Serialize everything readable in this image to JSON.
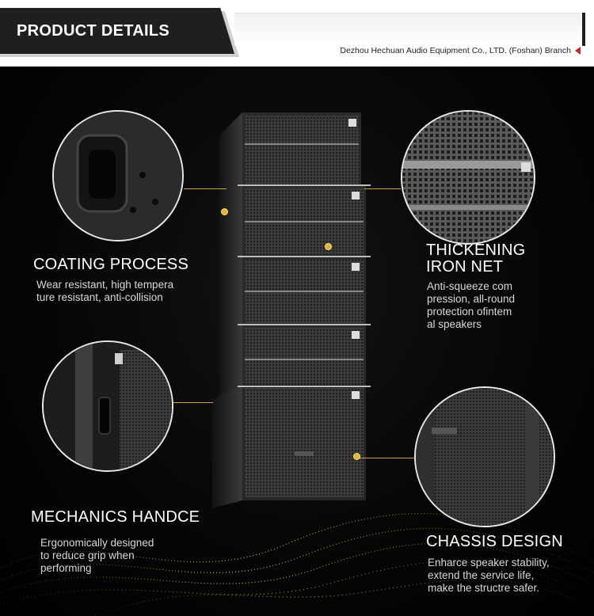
{
  "header": {
    "title": "PRODUCT DETAILS",
    "company": "Dezhou Hechuan Audio Equipment Co., LTD. (Foshan) Branch",
    "accent_color": "#d4202a"
  },
  "features": {
    "coating": {
      "title": "COATING PROCESS",
      "desc_lines": [
        "Wear resistant, high tempera",
        "ture resistant, anti-collision"
      ]
    },
    "iron_net": {
      "title_lines": [
        "THICKENING",
        "IRON NET"
      ],
      "desc_lines": [
        "Anti-squeeze com",
        "pression, all-round",
        "protection ofintem",
        "al speakers"
      ]
    },
    "mechanics": {
      "title": "MECHANICS HANDCE",
      "desc_lines": [
        "Ergonomically designed",
        "to reduce grip when",
        "performing"
      ]
    },
    "chassis": {
      "title": "CHASSIS DESIGN",
      "desc_lines": [
        "Enharce speaker stability,",
        "extend the service life,",
        "make the structre safer."
      ]
    }
  },
  "colors": {
    "panel": "#000000",
    "gold": "#e0b437",
    "circle_border": "#e9e9e9"
  }
}
